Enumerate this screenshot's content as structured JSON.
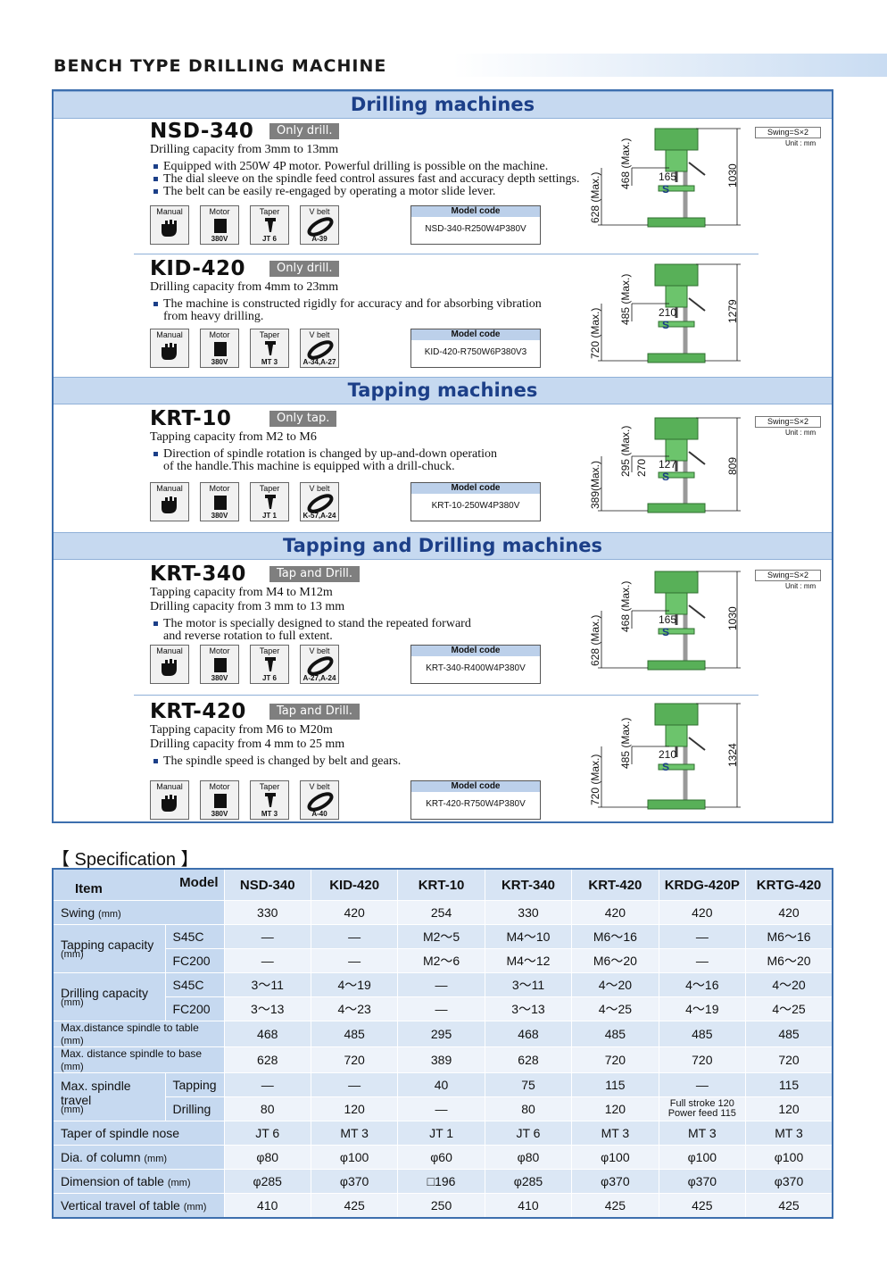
{
  "page_title": "BENCH TYPE DRILLING MACHINE",
  "sections": {
    "drilling": "Drilling machines",
    "tapping": "Tapping machines",
    "tap_drill": "Tapping and Drilling machines"
  },
  "icon_labels": {
    "manual": "Manual",
    "motor": "Motor",
    "taper": "Taper",
    "vbelt": "V belt",
    "model_code": "Model code"
  },
  "motor_value": "380V",
  "swing_note": "Swing=S×2",
  "unit_note": "Unit : mm",
  "dim_s": "S",
  "products": [
    {
      "name": "NSD-340",
      "badge": "Only drill.",
      "caps": [
        "Drilling capacity from 3mm to 13mm"
      ],
      "bullets": [
        [
          "Equipped with 250W 4P motor. Powerful drilling is possible on the machine."
        ],
        [
          "The dial sleeve on the spindle feed control assures fast and accuracy depth settings."
        ],
        [
          "The belt can be easily re-engaged by operating a motor slide lever."
        ]
      ],
      "taper": "JT 6",
      "vbelt": "A-39",
      "model_code": "NSD-340-R250W4P380V",
      "dims": {
        "base": "628 (Max.)",
        "table": "468 (Max.)",
        "throat": "165",
        "height": "1030"
      }
    },
    {
      "name": "KID-420",
      "badge": "Only drill.",
      "caps": [
        "Drilling capacity from 4mm to 23mm"
      ],
      "bullets": [
        [
          "The machine is constructed rigidly for accuracy and for absorbing vibration",
          "from heavy drilling."
        ]
      ],
      "taper": "MT 3",
      "vbelt": "A-34,A-27",
      "model_code": "KID-420-R750W6P380V3",
      "dims": {
        "base": "720 (Max.)",
        "table": "485 (Max.)",
        "throat": "210",
        "height": "1279"
      }
    },
    {
      "name": "KRT-10",
      "badge": "Only tap.",
      "caps": [
        "Tapping capacity from M2 to M6"
      ],
      "bullets": [
        [
          "Direction of spindle rotation is changed by up-and-down operation",
          "of the handle.This machine is equipped with a drill-chuck."
        ]
      ],
      "taper": "JT 1",
      "vbelt": "K-57,A-24",
      "model_code": "KRT-10-250W4P380V",
      "dims": {
        "base": "389(Max.)",
        "table": "295 (Max.)",
        "extra": "270",
        "throat": "127",
        "height": "809"
      }
    },
    {
      "name": "KRT-340",
      "badge": "Tap and Drill.",
      "caps": [
        "Tapping capacity from M4 to M12m",
        "Drilling capacity from 3 mm to 13 mm"
      ],
      "bullets": [
        [
          "The motor is specially designed to stand the repeated forward",
          "and reverse rotation to full extent."
        ]
      ],
      "taper": "JT 6",
      "vbelt": "A-27,A-24",
      "model_code": "KRT-340-R400W4P380V",
      "dims": {
        "base": "628 (Max.)",
        "table": "468 (Max.)",
        "throat": "165",
        "height": "1030"
      }
    },
    {
      "name": "KRT-420",
      "badge": "Tap and Drill.",
      "caps": [
        "Tapping capacity from M6 to M20m",
        "Drilling capacity from 4 mm to 25 mm"
      ],
      "bullets": [
        [
          "The spindle speed is changed by belt and gears."
        ]
      ],
      "taper": "MT 3",
      "vbelt": "A-40",
      "model_code": "KRT-420-R750W4P380V",
      "dims": {
        "base": "720 (Max.)",
        "table": "485 (Max.)",
        "throat": "210",
        "height": "1324"
      }
    }
  ],
  "spec": {
    "title": "【 Specification 】",
    "item_label": "Item",
    "model_label": "Model",
    "models": [
      "NSD-340",
      "KID-420",
      "KRT-10",
      "KRT-340",
      "KRT-420",
      "KRDG-420P",
      "KRTG-420"
    ],
    "swing": {
      "label": "Swing",
      "unit": "(mm)",
      "values": [
        "330",
        "420",
        "254",
        "330",
        "420",
        "420",
        "420"
      ]
    },
    "tapping": {
      "label": "Tapping capacity",
      "unit": "(mm)",
      "s45c": {
        "label": "S45C",
        "values": [
          "—",
          "—",
          "M2～5",
          "M4～10",
          "M6～16",
          "—",
          "M6～16"
        ]
      },
      "fc200": {
        "label": "FC200",
        "values": [
          "—",
          "—",
          "M2～6",
          "M4～12",
          "M6～20",
          "—",
          "M6～20"
        ]
      }
    },
    "drilling": {
      "label": "Drilling capacity",
      "unit": "(mm)",
      "s45c": {
        "label": "S45C",
        "values": [
          "3～11",
          "4～19",
          "—",
          "3～11",
          "4～20",
          "4～16",
          "4～20"
        ]
      },
      "fc200": {
        "label": "FC200",
        "values": [
          "3～13",
          "4～23",
          "—",
          "3～13",
          "4～25",
          "4～19",
          "4～25"
        ]
      }
    },
    "dist_table": {
      "label": "Max.distance spindle to table",
      "unit": "(mm)",
      "values": [
        "468",
        "485",
        "295",
        "468",
        "485",
        "485",
        "485"
      ]
    },
    "dist_base": {
      "label": "Max. distance spindle to base",
      "unit": "(mm)",
      "values": [
        "628",
        "720",
        "389",
        "628",
        "720",
        "720",
        "720"
      ]
    },
    "travel": {
      "label": "Max. spindle travel",
      "unit": "(mm)",
      "tapping": {
        "label": "Tapping",
        "values": [
          "—",
          "—",
          "40",
          "75",
          "115",
          "—",
          "115"
        ]
      },
      "drilling": {
        "label": "Drilling",
        "values": [
          "80",
          "120",
          "—",
          "80",
          "120",
          "Full stroke  120|Power feed 115",
          "120"
        ]
      }
    },
    "taper": {
      "label": "Taper of spindle nose",
      "values": [
        "JT 6",
        "MT 3",
        "JT 1",
        "JT 6",
        "MT 3",
        "MT 3",
        "MT 3"
      ]
    },
    "column": {
      "label": "Dia. of column",
      "unit": "(mm)",
      "values": [
        "φ80",
        "φ100",
        "φ60",
        "φ80",
        "φ100",
        "φ100",
        "φ100"
      ]
    },
    "table_dim": {
      "label": "Dimension of table",
      "unit": "(mm)",
      "values": [
        "φ285",
        "φ370",
        "□196",
        "φ285",
        "φ370",
        "φ370",
        "φ370"
      ]
    },
    "vert_travel": {
      "label": "Vertical travel of table",
      "unit": "(mm)",
      "values": [
        "410",
        "425",
        "250",
        "410",
        "425",
        "425",
        "425"
      ]
    }
  }
}
